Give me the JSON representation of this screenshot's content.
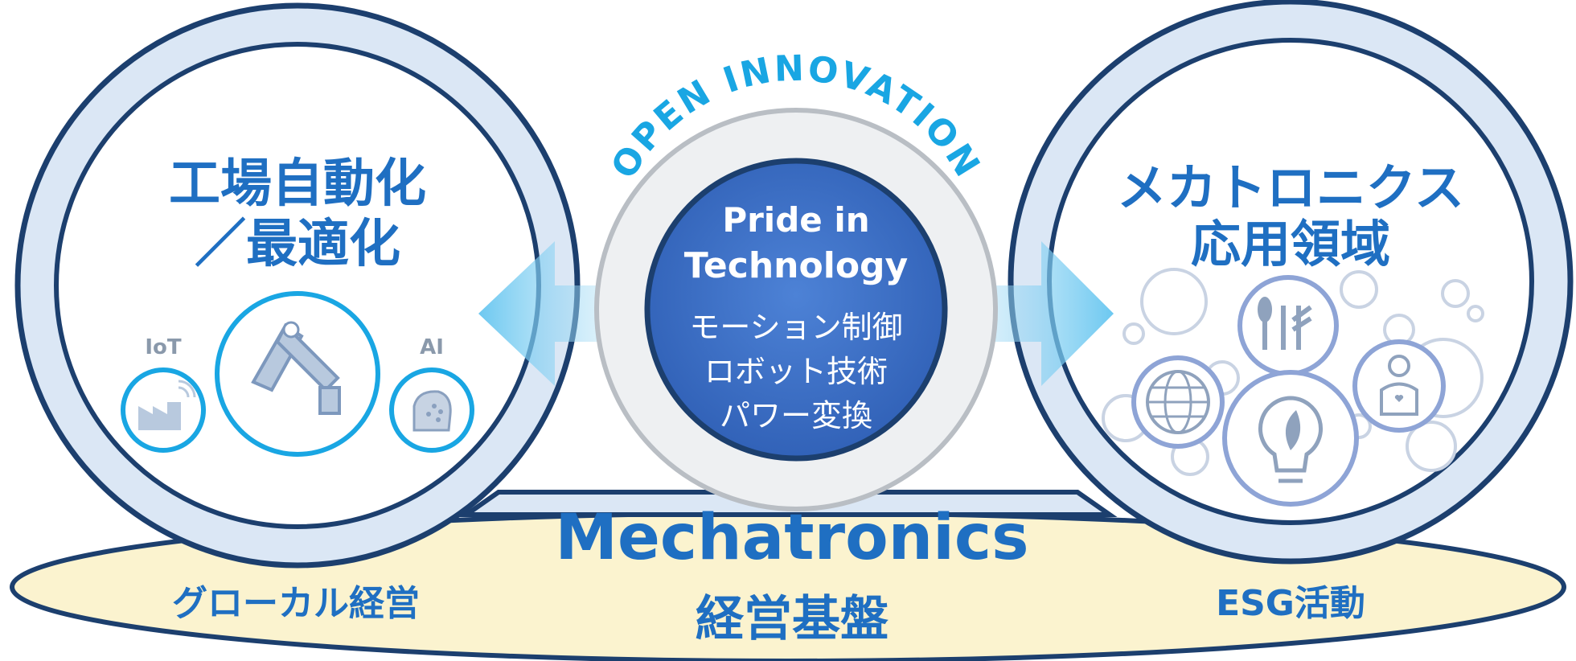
{
  "left": {
    "title_line1": "工場自動化",
    "title_line2": "／最適化",
    "iot_label": "IoT",
    "ai_label": "AI",
    "icons": [
      "robot-arm-icon",
      "factory-iot-icon",
      "ai-head-icon"
    ]
  },
  "center": {
    "arc_text": "OPEN INNOVATION",
    "heading_line1": "Pride in",
    "heading_line2": "Technology",
    "items": [
      "モーション制御",
      "ロボット技術",
      "パワー変換"
    ]
  },
  "right": {
    "title_line1": "メカトロニクス",
    "title_line2": "応用領域",
    "icons": [
      "food-icon",
      "globe-icon",
      "eco-bulb-icon",
      "healthcare-person-icon"
    ]
  },
  "base": {
    "mechatronics": "Mechatronics",
    "left_label": "グローカル経営",
    "center_label": "経営基盤",
    "right_label": "ESG活動"
  },
  "colors": {
    "title_blue": "#1f6fc2",
    "ring_navy": "#1c3f6e",
    "ring_fill": "#dbe7f5",
    "cyan": "#19a6e3",
    "core_blue": "#3a6ec7",
    "base_fill": "#fbf3cf"
  }
}
